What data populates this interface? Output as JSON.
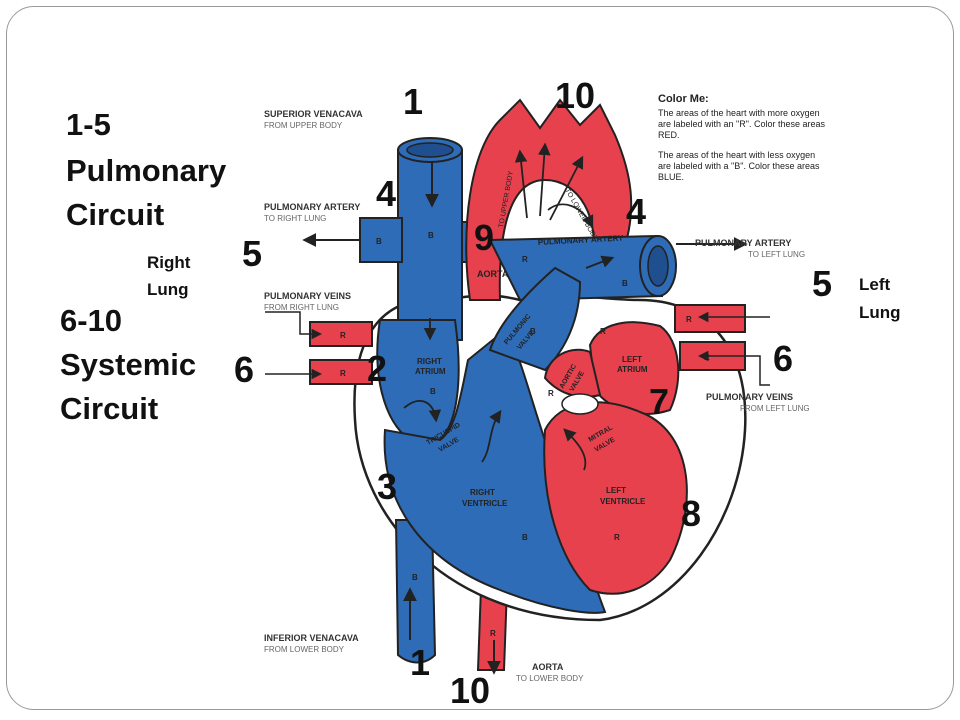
{
  "circuits": {
    "pulmonary": {
      "range": "1-5",
      "line1": "Pulmonary",
      "line2": "Circuit"
    },
    "systemic": {
      "range": "6-10",
      "line1": "Systemic",
      "line2": "Circuit"
    }
  },
  "lungs": {
    "right": {
      "line1": "Right",
      "line2": "Lung"
    },
    "left": {
      "line1": "Left",
      "line2": "Lung"
    }
  },
  "step_numbers": {
    "n1_top": "1",
    "n10_top": "10",
    "n4_left": "4",
    "n4_right": "4",
    "n9": "9",
    "n5_left": "5",
    "n5_right": "5",
    "n6_left": "6",
    "n6_right": "6",
    "n2": "2",
    "n7": "7",
    "n3": "3",
    "n8": "8",
    "n1_bottom": "1",
    "n10_bottom": "10"
  },
  "color_legend": {
    "title": "Color Me:",
    "para1": "The areas of the heart with more oxygen are labeled with an \"R\". Color these areas RED.",
    "para2": "The areas of the heart with less oxygen are labeled with a \"B\". Color these areas BLUE."
  },
  "vessel_labels": {
    "superior_vena_cava": {
      "name": "SUPERIOR VENACAVA",
      "sub": "FROM UPPER BODY"
    },
    "pulmonary_artery_right": {
      "name": "PULMONARY ARTERY",
      "sub": "TO RIGHT LUNG"
    },
    "pulmonary_veins_right": {
      "name": "PULMONARY VEINS",
      "sub": "FROM RIGHT LUNG"
    },
    "pulmonary_artery_left": {
      "name": "PULMONARY ARTERY",
      "sub": "TO LEFT LUNG"
    },
    "pulmonary_veins_left": {
      "name": "PULMONARY VEINS",
      "sub": "FROM LEFT LUNG"
    },
    "inferior_vena_cava": {
      "name": "INFERIOR VENACAVA",
      "sub": "FROM LOWER BODY"
    },
    "aorta_bottom": {
      "name": "AORTA",
      "sub": "TO LOWER BODY"
    }
  },
  "structure_labels": {
    "aorta": "AORTA",
    "pulmonary_artery": "PULMONARY ARTERY",
    "to_upper_body": "TO UPPER BODY",
    "to_lower_body": "TO LOWER BODY",
    "right_atrium": [
      "RIGHT",
      "ATRIUM"
    ],
    "left_atrium": [
      "LEFT",
      "ATRIUM"
    ],
    "right_ventricle": [
      "RIGHT",
      "VENTRICLE"
    ],
    "left_ventricle": [
      "LEFT",
      "VENTRICLE"
    ],
    "tricuspid_valve": [
      "TRICUSPID",
      "VALVE"
    ],
    "pulmonic_valve": [
      "PULMONIC",
      "VALVE"
    ],
    "mitral_valve": [
      "MITRAL",
      "VALVE"
    ],
    "aortic_valve": [
      "AORTIC",
      "VALVE"
    ]
  },
  "markers": {
    "oxygen_rich": "R",
    "oxygen_poor": "B"
  },
  "colors": {
    "oxygen_rich": "#e8414e",
    "oxygen_poor": "#2f6cb7",
    "outline": "#222222"
  }
}
